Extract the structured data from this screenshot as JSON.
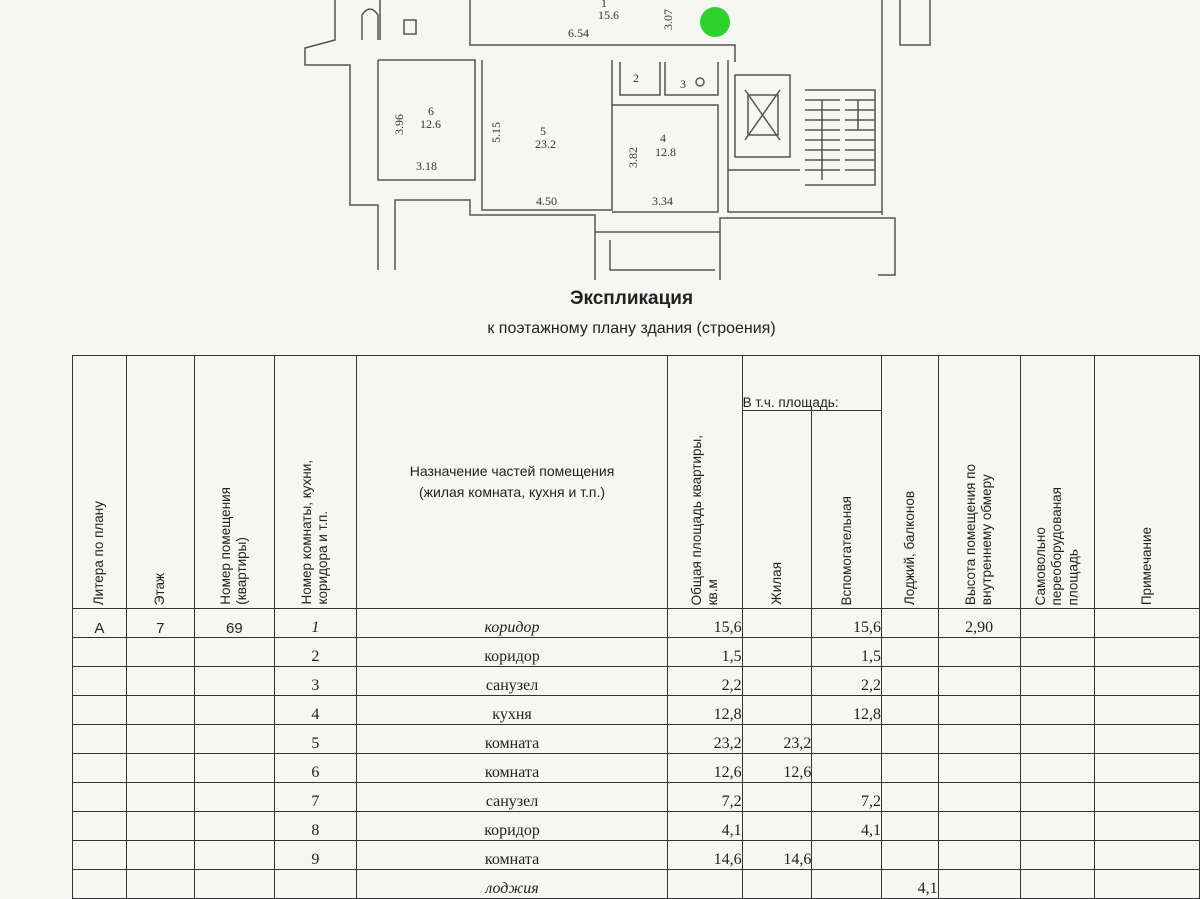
{
  "plan": {
    "labels": {
      "r1_num": "1",
      "r1_area": "15.6",
      "r1_dim": "3.07",
      "top_len": "6.54",
      "r2": "2",
      "r3": "3",
      "r6_num": "6",
      "r6_area": "12.6",
      "r6_h": "3.96",
      "r6_w": "3.18",
      "r5_num": "5",
      "r5_area": "23.2",
      "r5_h": "5.15",
      "r5_w": "4.50",
      "r4_num": "4",
      "r4_area": "12.8",
      "r4_h": "3.82",
      "r4_w": "3.34"
    }
  },
  "document": {
    "title": "Экспликация",
    "subtitle": "к поэтажному плану здания (строения)"
  },
  "table": {
    "headers": {
      "litera": "Литера по плану",
      "etazh": "Этаж",
      "nomer_pom": "Номер помещения\n(квартиры)",
      "nomer_komn": "Номер комнаты, кухни,\nкоридора и т.п.",
      "naznach": "Назначение частей помещения\n(жилая комната, кухня и т.п.)",
      "obsh_pl": "Общая площадь квартиры,\nкв.м",
      "vtch": "В т.ч. площадь:",
      "zhil": "Жилая",
      "vspom": "Вспомогательная",
      "lodzh": "Лоджий, балконов",
      "vysota": "Высота помещения по\nвнутреннему обмеру",
      "samovol": "Самовольно\nпереоборудованая\nплощадь",
      "primech": "Примечание"
    },
    "rows": [
      {
        "litera": "А",
        "etazh": "7",
        "apt": "69",
        "room": "1",
        "purpose": "коридор",
        "total": "15,6",
        "living": "",
        "aux": "15,6",
        "loggia": "",
        "height": "2,90",
        "italic": true
      },
      {
        "litera": "",
        "etazh": "",
        "apt": "",
        "room": "2",
        "purpose": "коридор",
        "total": "1,5",
        "living": "",
        "aux": "1,5",
        "loggia": "",
        "height": "",
        "italic": false
      },
      {
        "litera": "",
        "etazh": "",
        "apt": "",
        "room": "3",
        "purpose": "санузел",
        "total": "2,2",
        "living": "",
        "aux": "2,2",
        "loggia": "",
        "height": "",
        "italic": false
      },
      {
        "litera": "",
        "etazh": "",
        "apt": "",
        "room": "4",
        "purpose": "кухня",
        "total": "12,8",
        "living": "",
        "aux": "12,8",
        "loggia": "",
        "height": "",
        "italic": false
      },
      {
        "litera": "",
        "etazh": "",
        "apt": "",
        "room": "5",
        "purpose": "комната",
        "total": "23,2",
        "living": "23,2",
        "aux": "",
        "loggia": "",
        "height": "",
        "italic": false
      },
      {
        "litera": "",
        "etazh": "",
        "apt": "",
        "room": "6",
        "purpose": "комната",
        "total": "12,6",
        "living": "12,6",
        "aux": "",
        "loggia": "",
        "height": "",
        "italic": false
      },
      {
        "litera": "",
        "etazh": "",
        "apt": "",
        "room": "7",
        "purpose": "санузел",
        "total": "7,2",
        "living": "",
        "aux": "7,2",
        "loggia": "",
        "height": "",
        "italic": false
      },
      {
        "litera": "",
        "etazh": "",
        "apt": "",
        "room": "8",
        "purpose": "коридор",
        "total": "4,1",
        "living": "",
        "aux": "4,1",
        "loggia": "",
        "height": "",
        "italic": false
      },
      {
        "litera": "",
        "etazh": "",
        "apt": "",
        "room": "9",
        "purpose": "комната",
        "total": "14,6",
        "living": "14,6",
        "aux": "",
        "loggia": "",
        "height": "",
        "italic": false
      },
      {
        "litera": "",
        "etazh": "",
        "apt": "",
        "room": "",
        "purpose": "лоджия",
        "total": "",
        "living": "",
        "aux": "",
        "loggia": "4,1",
        "height": "",
        "italic": true
      }
    ]
  }
}
